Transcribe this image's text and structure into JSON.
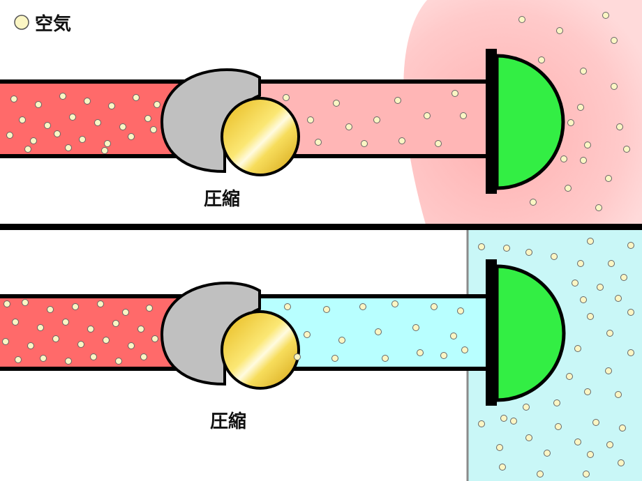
{
  "legend": {
    "label": "空気",
    "particle_color": "#fbf6c4"
  },
  "labels": {
    "top": "圧縮",
    "bottom": "圧縮"
  },
  "colors": {
    "dense_hot": "#ff6a6a",
    "warm_tube": "#ffb6b6",
    "warm_glow": "#ffcfcf",
    "cool_region": "#c9f7f7",
    "cool_tube": "#b8ffff",
    "piston": "#c0c0c0",
    "valve": "#f1d34a",
    "dome": "#33ee44",
    "outline": "#000000"
  }
}
